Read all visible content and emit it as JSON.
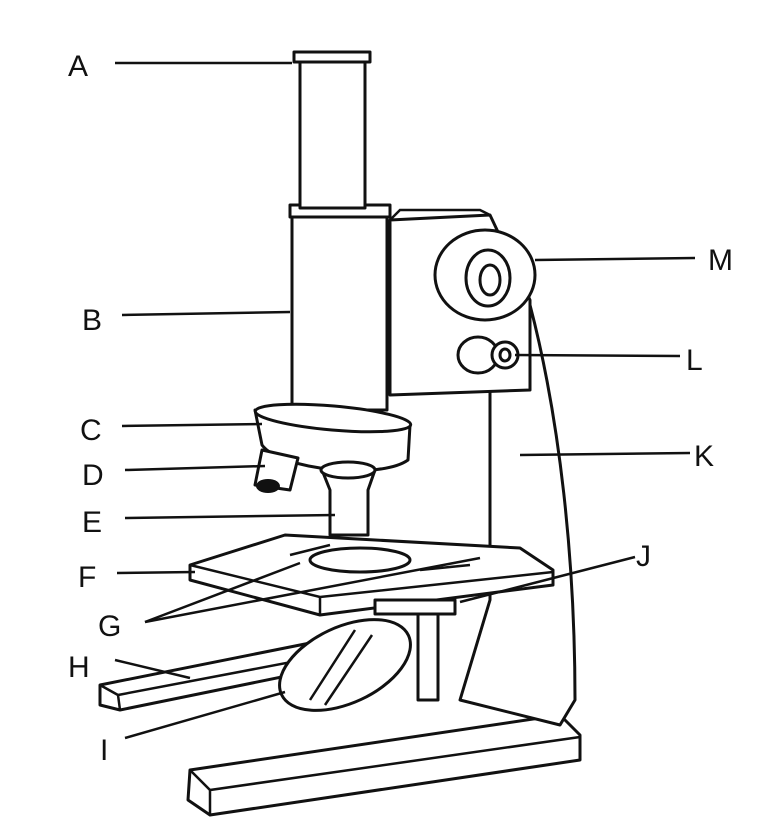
{
  "diagram": {
    "subject": "microscope",
    "labels": {
      "A": "A",
      "B": "B",
      "C": "C",
      "D": "D",
      "E": "E",
      "F": "F",
      "G": "G",
      "H": "H",
      "I": "I",
      "J": "J",
      "K": "K",
      "L": "L",
      "M": "M"
    },
    "colors": {
      "ink": "#111111",
      "background": "#ffffff"
    }
  }
}
